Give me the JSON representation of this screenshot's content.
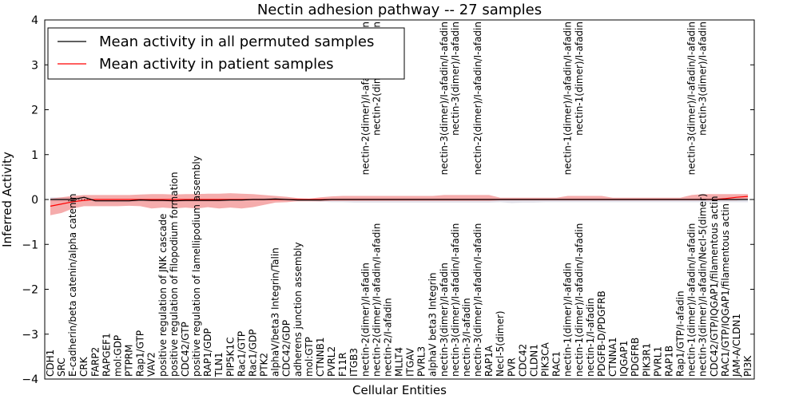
{
  "chart_data": {
    "type": "line",
    "title": "Nectin adhesion pathway -- 27 samples",
    "xlabel": "Cellular Entities",
    "ylabel": "Inferred Activity",
    "ylim": [
      -4,
      4
    ],
    "yticks": [
      -4,
      -3,
      -2,
      -1,
      0,
      1,
      2,
      3,
      4
    ],
    "ytick_labels": [
      "−4",
      "−3",
      "−2",
      "−1",
      "0",
      "1",
      "2",
      "3",
      "4"
    ],
    "grid": false,
    "legend_position": "top-left",
    "categories": [
      "CDH1",
      "SRC",
      "E-cadherin/beta catenin/alpha catenin",
      "CRK",
      "FARP2",
      "RAPGEF1",
      "mol:GDP",
      "PTPRM",
      "Rap1/GTP",
      "VAV2",
      "positive regulation of JNK cascade",
      "positive regulation of filopodium formation",
      "CDC42/GTP",
      "positive regulation of lamellipodium assembly",
      "RAP1/GDP",
      "TLN1",
      "PIP5K1C",
      "Rac1/GTP",
      "Rac1/GDP",
      "PTK2",
      "alphaV/beta3 Integrin/Talin",
      "CDC42/GDP",
      "adherens junction assembly",
      "mol:GTP",
      "CTNNB1",
      "PVRL2",
      "F11R",
      "ITGB3",
      "nectin-2(dimer)/I-afadin",
      "nectin-2(dimer)/I-afadin/I-afadin",
      "nectin-2/I-afadin",
      "MLLT4",
      "ITGAV",
      "PVRL3",
      "alphaV beta3 Integrin",
      "nectin-3(dimer)/I-afadin",
      "nectin-3(dimer)/I-afadin/I-afadin",
      "nectin-3/I-afadin",
      "nectin-3(dimer)/I-afadin/I-afadin",
      "RAP1A",
      "Necl-5(dimer)",
      "PVR",
      "CDC42",
      "CLDN1",
      "PIK3CA",
      "RAC1",
      "nectin-1(dimer)/I-afadin",
      "nectin-1(dimer)/I-afadin/I-afadin",
      "nectin-1/I-afadin",
      "PDGFB-D/PDGFRB",
      "CTNNA1",
      "IQGAP1",
      "PDGFRB",
      "PIK3R1",
      "PVRL1",
      "RAP1B",
      "Rap1/GTP/I-afadin",
      "nectin-1(dimer)/I-afadin/I-afadin",
      "nectin-3(dimer)/I-afadin/Necl-5(dimer)",
      "CDC42/GTP/IQGAP1/filamentous actin",
      "RAC1/GTP/IQGAP1/filamentous actin",
      "JAM-A/CLDN1",
      "PI3K"
    ],
    "top_labels": [
      {
        "index": 28,
        "label": "nectin-2(dimer)/I-afadin/I-afadin"
      },
      {
        "index": 29,
        "label": "nectin-2(dimer)/I-afadin"
      },
      {
        "index": 35,
        "label": "nectin-3(dimer)/I-afadin/I-afadin"
      },
      {
        "index": 36,
        "label": "nectin-3(dimer)/I-afadin"
      },
      {
        "index": 38,
        "label": "nectin-2(dimer)/I-afadin/I-afadin"
      },
      {
        "index": 46,
        "label": "nectin-1(dimer)/I-afadin/I-afadin"
      },
      {
        "index": 47,
        "label": "nectin-1(dimer)/I-afadin"
      },
      {
        "index": 57,
        "label": "nectin-3(dimer)/I-afadin/I-afadin"
      },
      {
        "index": 58,
        "label": "nectin-3(dimer)/I-afadin"
      }
    ],
    "series": [
      {
        "name": "Mean activity in all permuted samples",
        "color": "#000000",
        "values": [
          0.0,
          0.0,
          0.0,
          0.05,
          -0.03,
          -0.03,
          -0.03,
          -0.03,
          -0.01,
          -0.02,
          -0.02,
          -0.03,
          -0.02,
          -0.02,
          -0.02,
          -0.02,
          -0.01,
          -0.01,
          0.0,
          0.0,
          0.01,
          0.0,
          -0.01,
          -0.01,
          -0.01,
          0.0,
          0.0,
          0.0,
          0.0,
          0.0,
          0.0,
          0.0,
          0.0,
          0.0,
          0.0,
          0.0,
          0.0,
          0.0,
          0.0,
          0.0,
          0.0,
          0.0,
          0.0,
          0.0,
          0.0,
          0.0,
          0.0,
          0.0,
          0.0,
          0.0,
          0.0,
          0.0,
          0.0,
          0.0,
          0.0,
          0.0,
          0.0,
          0.0,
          0.0,
          0.0,
          0.0,
          0.0,
          0.0
        ],
        "band_upper": [
          0.05,
          0.05,
          0.05,
          0.08,
          0.0,
          0.0,
          0.0,
          0.0,
          0.02,
          0.0,
          0.0,
          0.0,
          0.0,
          0.0,
          0.0,
          0.0,
          0.01,
          0.01,
          0.02,
          0.02,
          0.03,
          0.02,
          0.01,
          0.01,
          0.01,
          0.02,
          0.02,
          0.02,
          0.02,
          0.02,
          0.02,
          0.02,
          0.02,
          0.02,
          0.02,
          0.02,
          0.02,
          0.02,
          0.02,
          0.02,
          0.02,
          0.02,
          0.02,
          0.02,
          0.02,
          0.02,
          0.02,
          0.02,
          0.02,
          0.02,
          0.02,
          0.02,
          0.02,
          0.02,
          0.02,
          0.02,
          0.02,
          0.02,
          0.02,
          0.02,
          0.02,
          0.02,
          0.02
        ],
        "band_lower": [
          -0.05,
          -0.05,
          -0.05,
          0.02,
          -0.06,
          -0.06,
          -0.06,
          -0.06,
          -0.04,
          -0.05,
          -0.05,
          -0.06,
          -0.05,
          -0.05,
          -0.05,
          -0.05,
          -0.03,
          -0.03,
          -0.02,
          -0.02,
          -0.01,
          -0.02,
          -0.04,
          -0.04,
          -0.05,
          -0.06,
          -0.06,
          -0.07,
          -0.07,
          -0.07,
          -0.07,
          -0.07,
          -0.07,
          -0.07,
          -0.07,
          -0.07,
          -0.07,
          -0.07,
          -0.07,
          -0.07,
          -0.06,
          -0.08,
          -0.07,
          -0.07,
          -0.06,
          -0.06,
          -0.06,
          -0.06,
          -0.06,
          -0.06,
          -0.06,
          -0.06,
          -0.06,
          -0.06,
          -0.06,
          -0.06,
          -0.06,
          -0.06,
          -0.06,
          -0.06,
          -0.06,
          -0.06,
          -0.06
        ]
      },
      {
        "name": "Mean activity in patient samples",
        "color": "#ff0000",
        "band_color": "#f08080",
        "values": [
          -0.15,
          -0.1,
          -0.05,
          -0.02,
          0.0,
          0.0,
          0.0,
          0.0,
          0.0,
          0.0,
          0.0,
          0.0,
          0.0,
          0.0,
          0.0,
          0.0,
          0.0,
          0.0,
          0.0,
          0.0,
          0.0,
          0.0,
          0.0,
          0.0,
          0.0,
          0.0,
          0.0,
          0.0,
          0.0,
          0.0,
          0.0,
          0.0,
          0.0,
          0.0,
          0.0,
          0.0,
          0.0,
          0.0,
          0.0,
          0.0,
          0.0,
          0.0,
          0.0,
          0.0,
          0.0,
          0.0,
          0.0,
          0.0,
          0.0,
          0.0,
          0.0,
          0.0,
          0.0,
          0.0,
          0.0,
          0.0,
          0.0,
          0.0,
          0.0,
          0.0,
          0.02,
          0.05,
          0.07
        ],
        "band_upper": [
          0.02,
          0.05,
          0.08,
          0.1,
          0.1,
          0.1,
          0.1,
          0.1,
          0.11,
          0.12,
          0.12,
          0.11,
          0.12,
          0.12,
          0.13,
          0.13,
          0.14,
          0.13,
          0.12,
          0.1,
          0.08,
          0.06,
          0.03,
          0.02,
          0.05,
          0.07,
          0.08,
          0.08,
          0.08,
          0.08,
          0.08,
          0.08,
          0.08,
          0.08,
          0.08,
          0.1,
          0.1,
          0.1,
          0.1,
          0.1,
          0.04,
          0.04,
          0.04,
          0.04,
          0.04,
          0.04,
          0.08,
          0.08,
          0.08,
          0.08,
          0.04,
          0.04,
          0.04,
          0.04,
          0.04,
          0.04,
          0.04,
          0.1,
          0.12,
          0.12,
          0.12,
          0.12,
          0.12
        ],
        "band_lower": [
          -0.35,
          -0.3,
          -0.2,
          -0.15,
          -0.15,
          -0.15,
          -0.15,
          -0.14,
          -0.15,
          -0.2,
          -0.18,
          -0.2,
          -0.18,
          -0.2,
          -0.17,
          -0.2,
          -0.18,
          -0.2,
          -0.17,
          -0.12,
          -0.07,
          -0.06,
          -0.04,
          -0.04,
          -0.04,
          -0.03,
          -0.03,
          -0.03,
          -0.03,
          -0.03,
          -0.03,
          -0.03,
          -0.03,
          -0.03,
          -0.03,
          -0.03,
          -0.03,
          -0.03,
          -0.03,
          -0.03,
          -0.02,
          -0.02,
          -0.02,
          -0.02,
          -0.02,
          -0.02,
          -0.02,
          -0.02,
          -0.02,
          -0.02,
          -0.02,
          -0.02,
          -0.02,
          -0.02,
          -0.02,
          -0.02,
          -0.02,
          -0.02,
          -0.02,
          -0.02,
          -0.02,
          -0.02,
          0.0
        ]
      }
    ]
  }
}
